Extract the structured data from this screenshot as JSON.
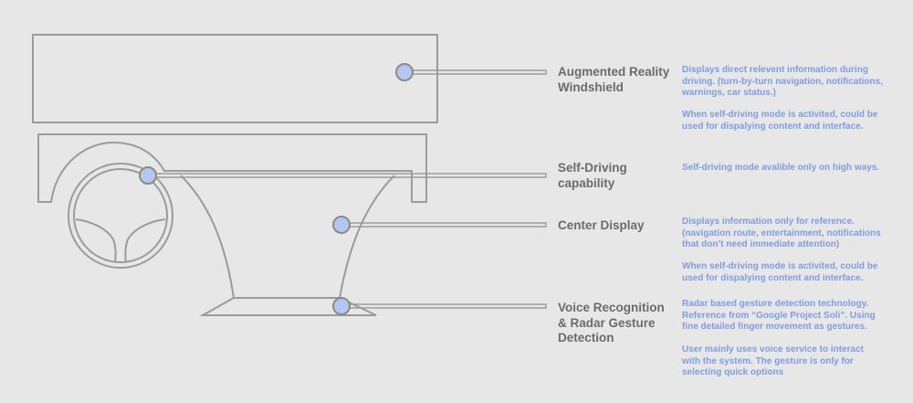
{
  "colors": {
    "background": "#e7e7e7",
    "line": "#9b9b9b",
    "dot_fill": "#b5c6f0",
    "title": "#6b6b6b",
    "description": "#7f9ce0"
  },
  "features": [
    {
      "title": "Augmented Reality\nWindshield",
      "description": [
        "Displays direct relevent information during\ndriving. (turn-by-turn navigation, notifications,\nwarnings, car status.)",
        "When self-driving mode is activited, could be\nused for dispalying content and interface."
      ]
    },
    {
      "title": "Self-Driving\ncapability",
      "description": [
        "Self-driving mode avalible only on high ways."
      ]
    },
    {
      "title": "Center Display",
      "description": [
        "Displays information  only for reference.\n(navigation route, entertainment, notifications\nthat don’t need immediate attention)",
        "When self-driving mode is activited, could be\nused for dispalying content and interface."
      ]
    },
    {
      "title": "Voice Recognition\n& Radar Gesture\nDetection",
      "description": [
        "Radar based gesture detection technology.\nReference from “Google Project Soli”. Using\nfine detailed finger movement as gestures.",
        "User mainly uses voice service to interact\nwith the system. The gesture is only for\nselecting quick options"
      ]
    }
  ]
}
